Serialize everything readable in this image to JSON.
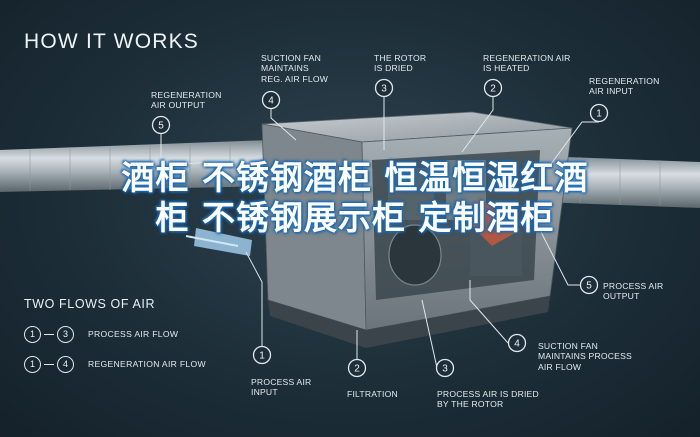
{
  "heading": "HOW IT WORKS",
  "callouts": {
    "top_5": "REGENERATION\nAIR OUTPUT",
    "top_4": "SUCTION FAN\nMAINTAINS\nREG. AIR FLOW",
    "top_3": "THE ROTOR\nIS DRIED",
    "top_2": "REGENERATION AIR\nIS HEATED",
    "top_1": "REGENERATION\nAIR INPUT",
    "right_5": "PROCESS AIR\nOUTPUT",
    "right_4": "SUCTION FAN\nMAINTAINS PROCESS\nAIR FLOW",
    "bottom_1": "PROCESS AIR\nINPUT",
    "bottom_2": "FILTRATION",
    "bottom_3": "PROCESS AIR IS DRIED\nBY THE ROTOR"
  },
  "markers": {
    "top_5": "5",
    "top_4": "4",
    "top_3": "3",
    "top_2": "2",
    "top_1": "1",
    "right_5": "5",
    "right_4": "4",
    "bottom_1": "1",
    "bottom_2": "2",
    "bottom_3": "3"
  },
  "legend": {
    "title": "TWO FLOWS OF AIR",
    "rows": [
      {
        "from": "1",
        "to": "3",
        "label": "PROCESS AIR FLOW"
      },
      {
        "from": "1",
        "to": "4",
        "label": "REGENERATION AIR FLOW"
      }
    ]
  },
  "overlay_text": "酒柜  不锈钢酒柜  恒温恒湿红酒柜  不锈钢展示柜  定制酒柜",
  "colors": {
    "background": "#1d2e38",
    "line": "#dfe7ec",
    "overlay_glow": "#1f6fb8",
    "process_air": "#9fc9e8"
  }
}
